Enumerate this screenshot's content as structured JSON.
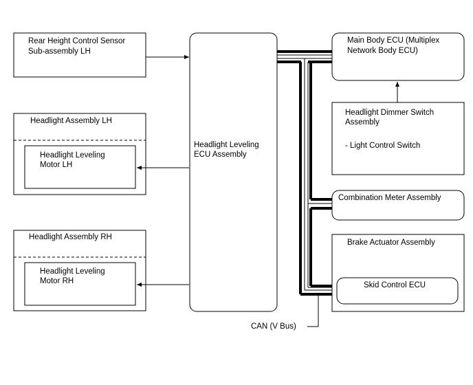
{
  "diagram": {
    "rear_sensor": {
      "line1": "Rear Height Control Sensor",
      "line2": "Sub-assembly LH"
    },
    "headlight_lh": {
      "title": "Headlight Assembly LH",
      "motor_line1": "Headlight Leveling",
      "motor_line2": "Motor LH"
    },
    "headlight_rh": {
      "title": "Headlight Assembly RH",
      "motor_line1": "Headlight Leveling",
      "motor_line2": "Motor RH"
    },
    "leveling_ecu": {
      "line1": "Headlight Leveling",
      "line2": "ECU Assembly"
    },
    "main_body_ecu": {
      "line1": "Main Body ECU (Multiplex",
      "line2": "Network Body ECU)"
    },
    "dimmer_switch": {
      "line1": "Headlight Dimmer Switch",
      "line2": "Assembly",
      "line3": "- Light Control Switch"
    },
    "combination_meter": {
      "label": "Combination Meter Assembly"
    },
    "brake_actuator": {
      "title": "Brake Actuator Assembly",
      "skid_ecu": "Skid Control ECU"
    },
    "can_label": "CAN (V Bus)"
  }
}
